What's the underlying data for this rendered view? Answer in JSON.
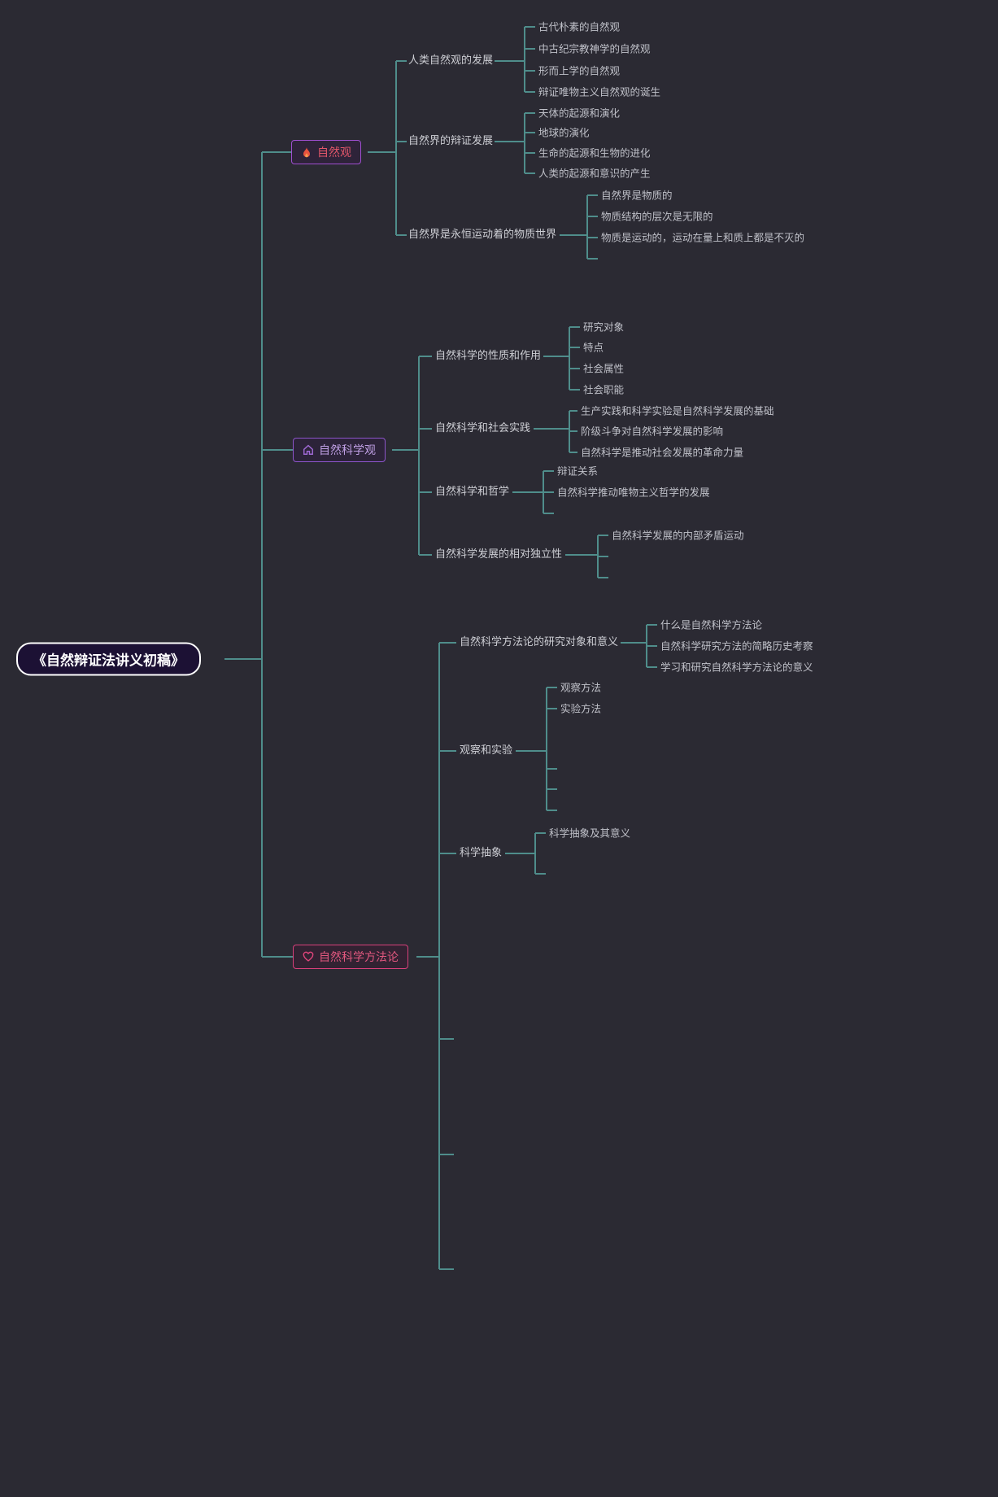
{
  "root": {
    "label": "《自然辩证法讲义初稿》"
  },
  "branches": [
    {
      "label": "自然观",
      "icon": "flame-icon",
      "children": [
        {
          "label": "人类自然观的发展",
          "children": [
            "古代朴素的自然观",
            "中古纪宗教神学的自然观",
            "形而上学的自然观",
            "辩证唯物主义自然观的诞生"
          ]
        },
        {
          "label": "自然界的辩证发展",
          "children": [
            "天体的起源和演化",
            "地球的演化",
            "生命的起源和生物的进化",
            "人类的起源和意识的产生"
          ]
        },
        {
          "label": "自然界是永恒运动着的物质世界",
          "children": [
            "自然界是物质的",
            "物质结构的层次是无限的",
            "物质是运动的，运动在量上和质上都是不灭的"
          ]
        }
      ]
    },
    {
      "label": "自然科学观",
      "icon": "home-icon",
      "children": [
        {
          "label": "自然科学的性质和作用",
          "children": [
            "研究对象",
            "特点",
            "社会属性",
            "社会职能"
          ]
        },
        {
          "label": "自然科学和社会实践",
          "children": [
            "生产实践和科学实验是自然科学发展的基础",
            "阶级斗争对自然科学发展的影响",
            "自然科学是推动社会发展的革命力量"
          ]
        },
        {
          "label": "自然科学和哲学",
          "children": [
            "辩证关系",
            "自然科学推动唯物主义哲学的发展"
          ]
        },
        {
          "label": "自然科学发展的相对独立性",
          "children": [
            "自然科学发展的内部矛盾运动"
          ]
        }
      ]
    },
    {
      "label": "自然科学方法论",
      "icon": "heart-icon",
      "children": [
        {
          "label": "自然科学方法论的研究对象和意义",
          "children": [
            "什么是自然科学方法论",
            "自然科学研究方法的简略历史考察",
            "学习和研究自然科学方法论的意义"
          ]
        },
        {
          "label": "观察和实验",
          "children": [
            "观察方法",
            "实验方法"
          ]
        },
        {
          "label": "科学抽象",
          "children": [
            "科学抽象及其意义"
          ]
        }
      ]
    }
  ],
  "colors": {
    "background": "#2b2a33",
    "connector": "#4f8d8b",
    "root_border": "#ffffff",
    "root_fill": "#1c1134",
    "branch_nature_view_text": "#e1566a",
    "branch_nature_view_border": "#9f4fd0",
    "branch_science_view_text": "#bf9fe4",
    "branch_science_view_border": "#8d54cb",
    "branch_methodology_text": "#e2587f",
    "branch_methodology_border": "#d8407a",
    "flame_icon_color": "#e8533f",
    "text_secondary": "#c6c7ce"
  }
}
